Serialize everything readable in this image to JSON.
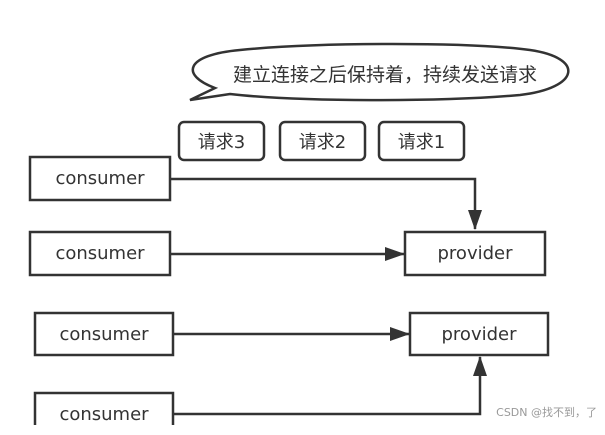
{
  "bubble": {
    "text": "建立连接之后保持着，持续发送请求"
  },
  "requests": [
    "请求3",
    "请求2",
    "请求1"
  ],
  "consumers": [
    "consumer",
    "consumer",
    "consumer",
    "consumer"
  ],
  "providers": [
    "provider",
    "provider"
  ],
  "watermark": "CSDN @找不到，了",
  "colors": {
    "stroke": "#333333",
    "background": "#ffffff"
  }
}
